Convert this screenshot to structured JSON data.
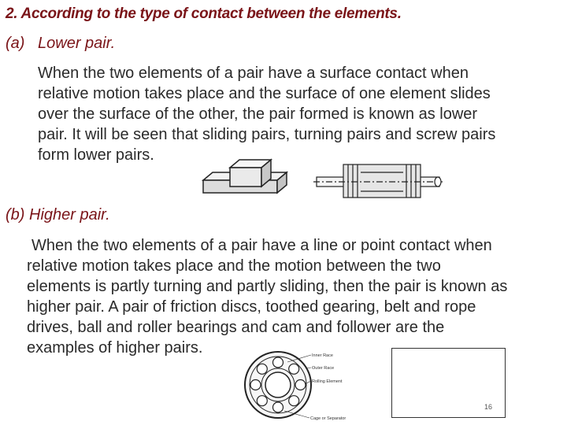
{
  "heading": "2. According to the type of contact between the elements.",
  "lower_pair": {
    "letter": "(a)",
    "title": "Lower pair.",
    "lines": [
      "When the two elements of a pair have a surface contact when",
      "relative motion takes place and the surface of one element slides",
      "over the surface of the other, the pair formed is known as lower",
      "pair. It will be seen that sliding pairs, turning pairs and screw pairs",
      "form lower pairs."
    ]
  },
  "higher_pair": {
    "title": "(b) Higher pair.",
    "lines": [
      "When the two elements of a pair have a line or point contact when",
      "relative motion takes place and the motion between the two",
      "elements is partly turning and partly sliding, then the pair is known as",
      "higher pair. A pair of friction discs, toothed gearing, belt and rope",
      "drives, ball and roller bearings and cam and follower are the",
      "examples of higher pairs."
    ]
  },
  "bearing_labels": {
    "inner_race": "Inner Race",
    "outer_race": "Outer Race",
    "rolling_element": "Rolling Element",
    "cage": "Cage or Separator"
  },
  "page_number": "16"
}
